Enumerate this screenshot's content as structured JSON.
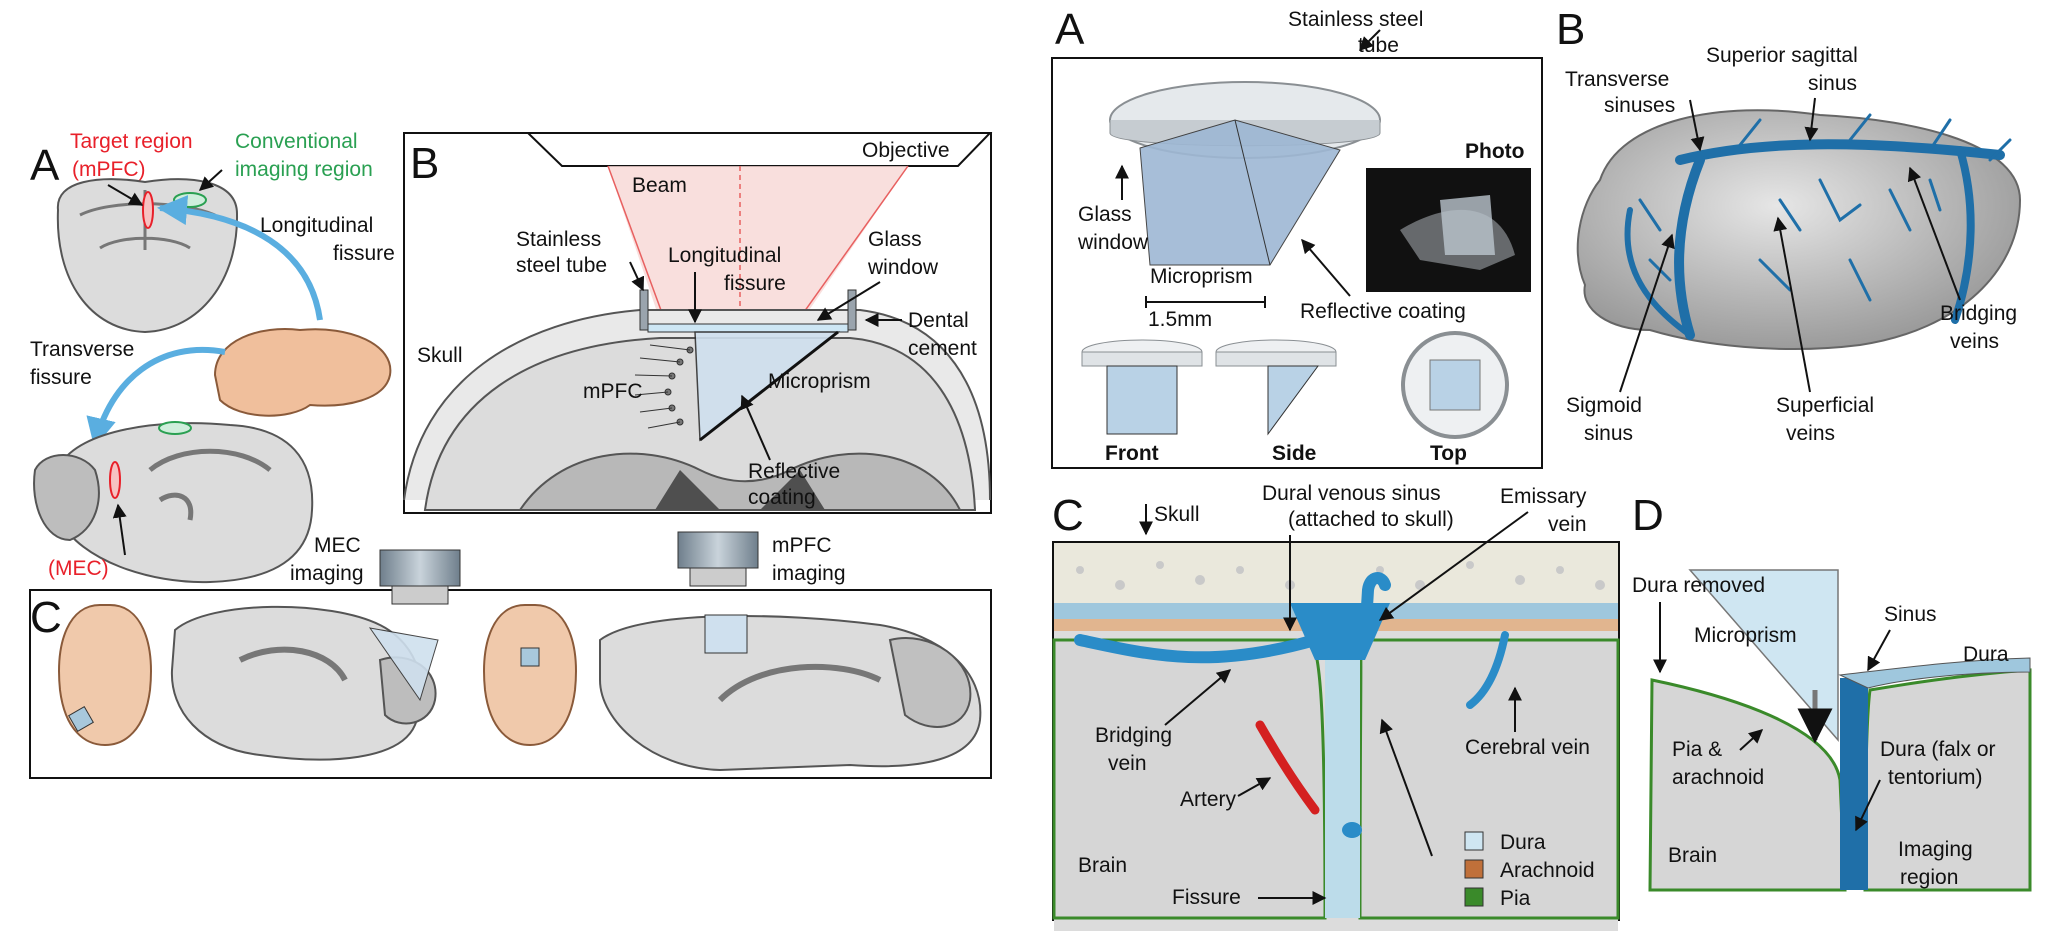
{
  "left_figure": {
    "panel_a": {
      "letter": "A",
      "target_region": "Target region",
      "target_region_name": "(mPFC)",
      "conventional_line1": "Conventional",
      "conventional_line2": "imaging region",
      "longitudinal_line1": "Longitudinal",
      "longitudinal_line2": "fissure",
      "transverse_line1": "Transverse",
      "transverse_line2": "fissure",
      "mec_label": "(MEC)"
    },
    "panel_b": {
      "letter": "B",
      "objective": "Objective",
      "beam": "Beam",
      "stainless_line1": "Stainless",
      "stainless_line2": "steel tube",
      "longitudinal_line1": "Longitudinal",
      "longitudinal_line2": "fissure",
      "glass_line1": "Glass",
      "glass_line2": "window",
      "dental_line1": "Dental",
      "dental_line2": "cement",
      "skull": "Skull",
      "mpfc": "mPFC",
      "microprism": "Microprism",
      "reflective_line1": "Reflective",
      "reflective_line2": "coating"
    },
    "panel_c": {
      "letter": "C",
      "mec_line1": "MEC",
      "mec_line2": "imaging",
      "mpfc_line1": "mPFC",
      "mpfc_line2": "imaging"
    }
  },
  "right_figure": {
    "panel_a": {
      "letter": "A",
      "tube_line1": "Stainless steel",
      "tube_line2": "tube",
      "photo": "Photo",
      "glass_line1": "Glass",
      "glass_line2": "window",
      "microprism": "Microprism",
      "scale": "1.5mm",
      "reflective": "Reflective coating",
      "front": "Front",
      "side": "Side",
      "top": "Top"
    },
    "panel_b": {
      "letter": "B",
      "transverse_line1": "Transverse",
      "transverse_line2": "sinuses",
      "superior_line1": "Superior sagittal",
      "superior_line2": "sinus",
      "bridging_line1": "Bridging",
      "bridging_line2": "veins",
      "sigmoid_line1": "Sigmoid",
      "sigmoid_line2": "sinus",
      "superficial_line1": "Superficial",
      "superficial_line2": "veins"
    },
    "panel_c": {
      "letter": "C",
      "skull": "Skull",
      "dural_line1": "Dural venous sinus",
      "dural_line2": "(attached to skull)",
      "emissary_line1": "Emissary",
      "emissary_line2": "vein",
      "bridging_line1": "Bridging",
      "bridging_line2": "vein",
      "cerebral": "Cerebral vein",
      "artery": "Artery",
      "brain": "Brain",
      "fissure": "Fissure",
      "legend": [
        {
          "label": "Dura",
          "color": "#cfe6f2"
        },
        {
          "label": "Arachnoid",
          "color": "#c0703a"
        },
        {
          "label": "Pia",
          "color": "#3a8a2a"
        }
      ]
    },
    "panel_d": {
      "letter": "D",
      "dura_removed": "Dura removed",
      "sinus": "Sinus",
      "microprism": "Microprism",
      "dura": "Dura",
      "pia_line1": "Pia &",
      "pia_line2": "arachnoid",
      "dura_falx_line1": "Dura (falx or",
      "dura_falx_line2": "tentorium)",
      "brain": "Brain",
      "imaging_line1": "Imaging",
      "imaging_line2": "region"
    }
  }
}
